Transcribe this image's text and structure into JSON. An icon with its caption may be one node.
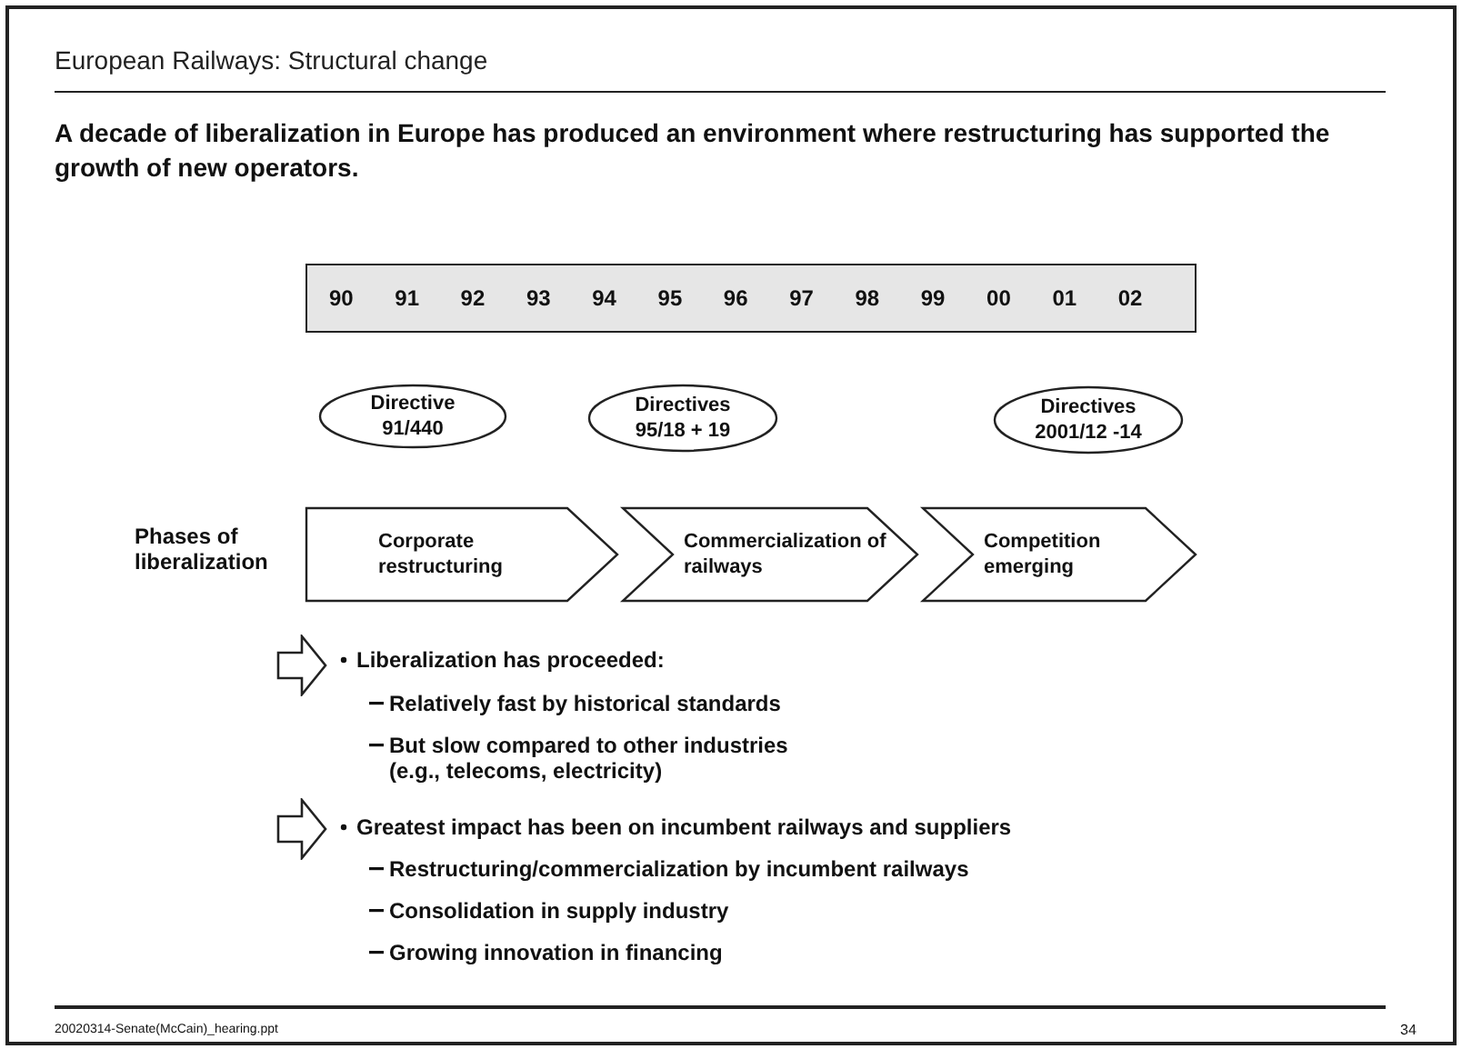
{
  "diagram": {
    "title": "European Railways: Structural change",
    "nodes": [
      {
        "text": [
          "90",
          "91",
          "92",
          "93",
          "94",
          "95",
          "96",
          "97",
          "98",
          "99",
          "00",
          "01",
          "02"
        ]
      },
      {
        "text": [
          "Directive 91/440"
        ]
      },
      {
        "text": [
          "Directives 95/18 + 19"
        ]
      },
      {
        "text": [
          "Directives 2001/12 -14"
        ]
      },
      {
        "text": [
          "Corporate restructuring"
        ]
      },
      {
        "text": [
          "Commercialization of railways"
        ]
      },
      {
        "text": [
          "Competition emerging"
        ]
      }
    ],
    "labels": [
      "A decade of liberalization in Europe has produced an environment where restructuring has supported the growth of new operators.",
      "Phases of liberalization",
      "Liberalization has proceeded:",
      "Relatively fast by historical standards",
      "But slow compared to other industries (e.g., telecoms, electricity)",
      "Greatest impact has been on incumbent railways and suppliers",
      "Restructuring/commercialization by incumbent railways",
      "Consolidation in supply industry",
      "Growing innovation in financing",
      "20020314-Senate(McCain)_hearing.ppt",
      "34"
    ]
  }
}
